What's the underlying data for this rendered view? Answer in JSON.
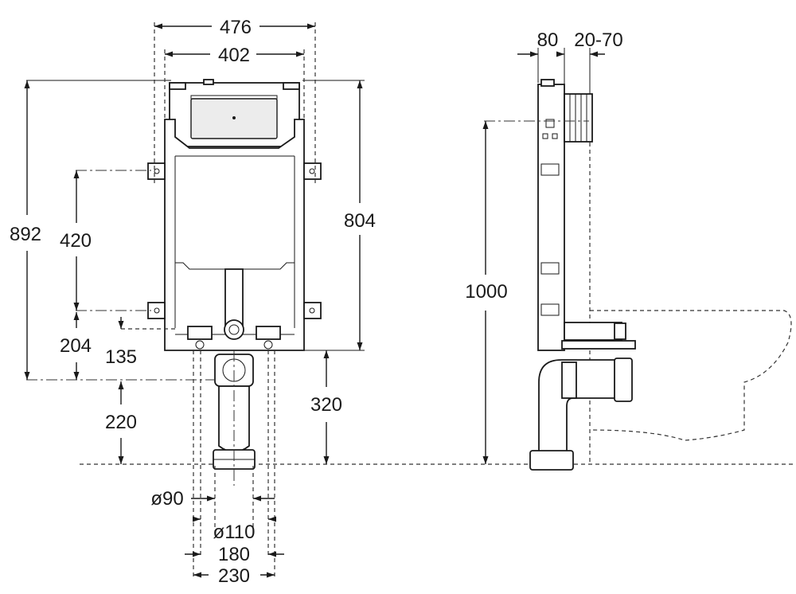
{
  "dimensions": {
    "front": {
      "overall_width": "476",
      "frame_width": "402",
      "overall_height": "892",
      "frame_height": "804",
      "bracket_spacing": "420",
      "lower_bracket": "204",
      "inlet_offset": "135",
      "frame_to_floor": "220",
      "outlet_height": "320",
      "diameter_90": "ø90",
      "diameter_110": "ø110",
      "width_180": "180",
      "width_230": "230"
    },
    "side": {
      "frame_depth": "80",
      "adjust_range": "20-70",
      "total_height": "1000"
    }
  }
}
